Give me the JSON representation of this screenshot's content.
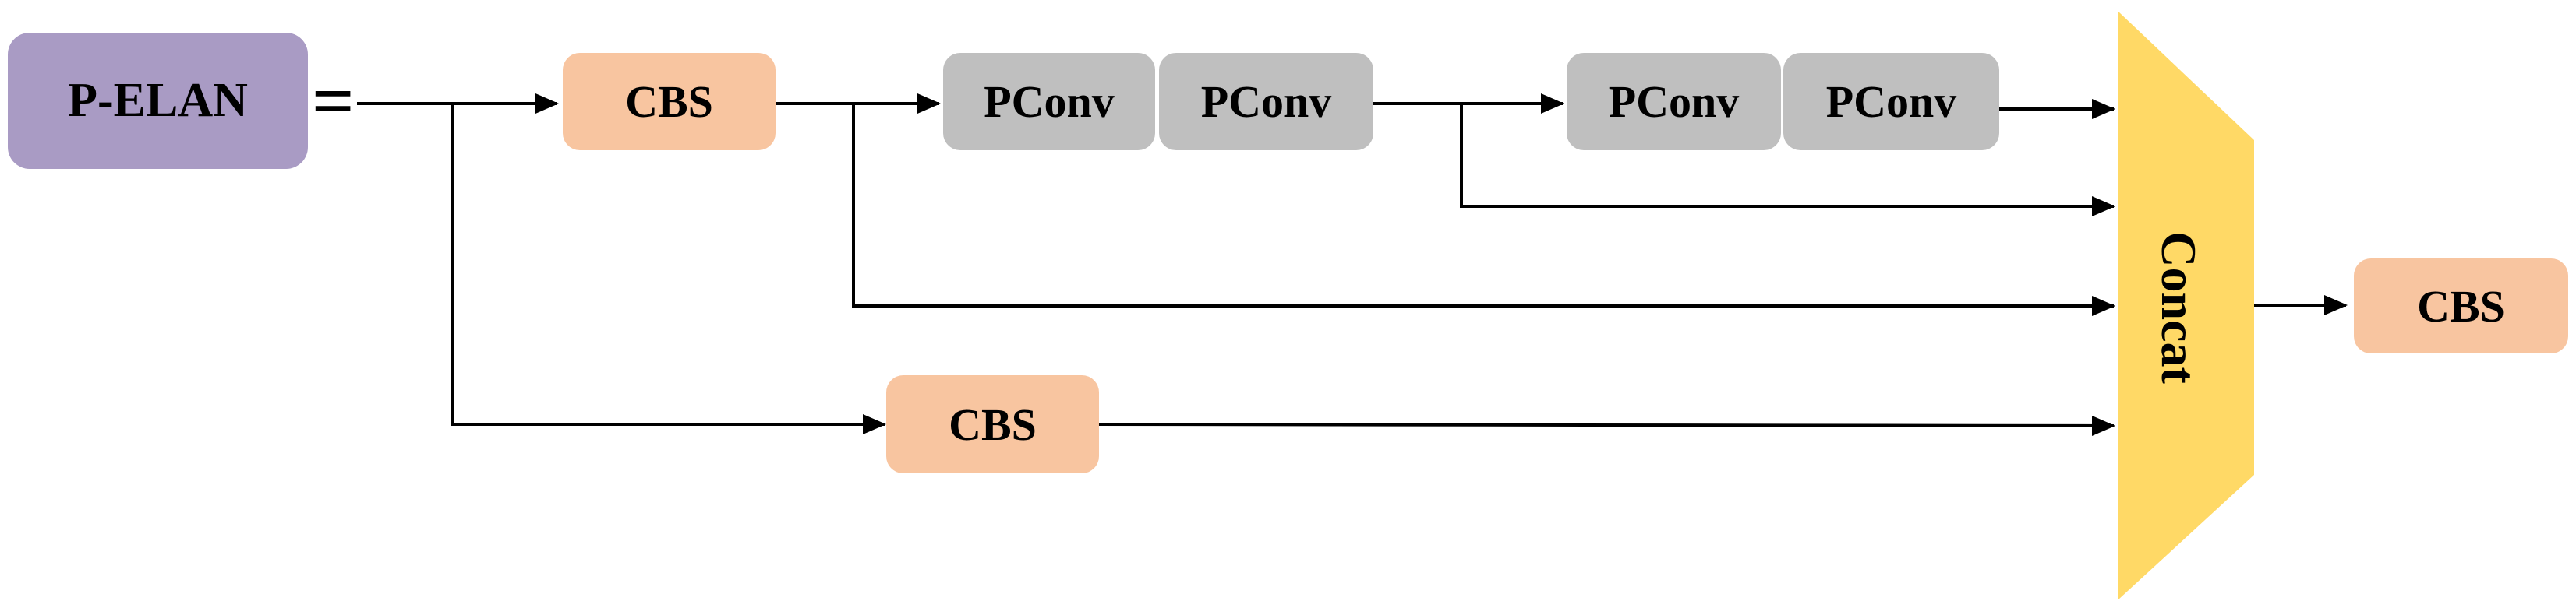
{
  "diagram": {
    "title": "P-ELAN",
    "equals": "=",
    "cbs_top": "CBS",
    "pconv_1": "PConv",
    "pconv_2": "PConv",
    "pconv_3": "PConv",
    "pconv_4": "PConv",
    "cbs_bottom": "CBS",
    "concat": "Concat",
    "cbs_output": "CBS"
  },
  "colors": {
    "pelan": "#A99BC4",
    "cbs": "#F8C5A0",
    "pconv": "#BFBFBF",
    "concat": "#FFD966",
    "line": "#000000"
  }
}
